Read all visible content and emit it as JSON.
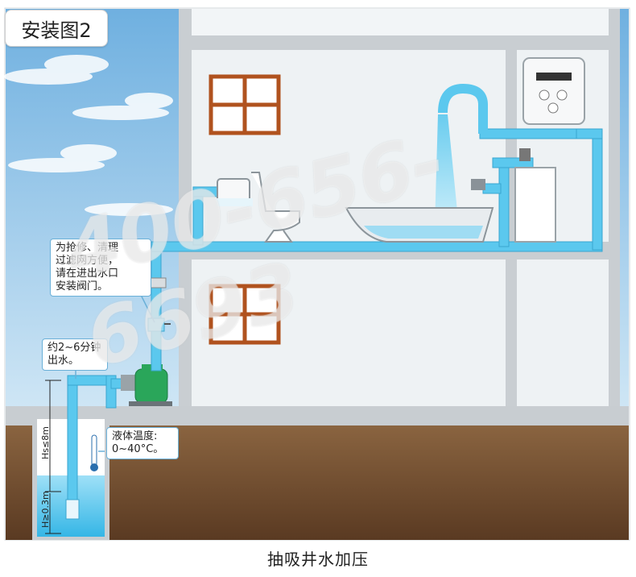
{
  "title_badge": "安装图2",
  "caption": "抽吸井水加压",
  "notes": {
    "valve": "为抢修、清理\n过滤网方便，\n请在进出水口\n安装阀门。",
    "time": "约2~6分钟\n出水。",
    "temp": "液体温度:\n0~40°C。"
  },
  "dimensions": {
    "hs": "Hs≤8m",
    "h": "H≥0.3m"
  },
  "watermark": "400-656-6693",
  "colors": {
    "pipe": "#5bc8ee",
    "sky": "#9ecbe8",
    "wall": "#eef2f4",
    "frame": "#c9ced2",
    "soil": "#7a5535",
    "window": "#b0521e",
    "pump": "#2aa65a"
  }
}
